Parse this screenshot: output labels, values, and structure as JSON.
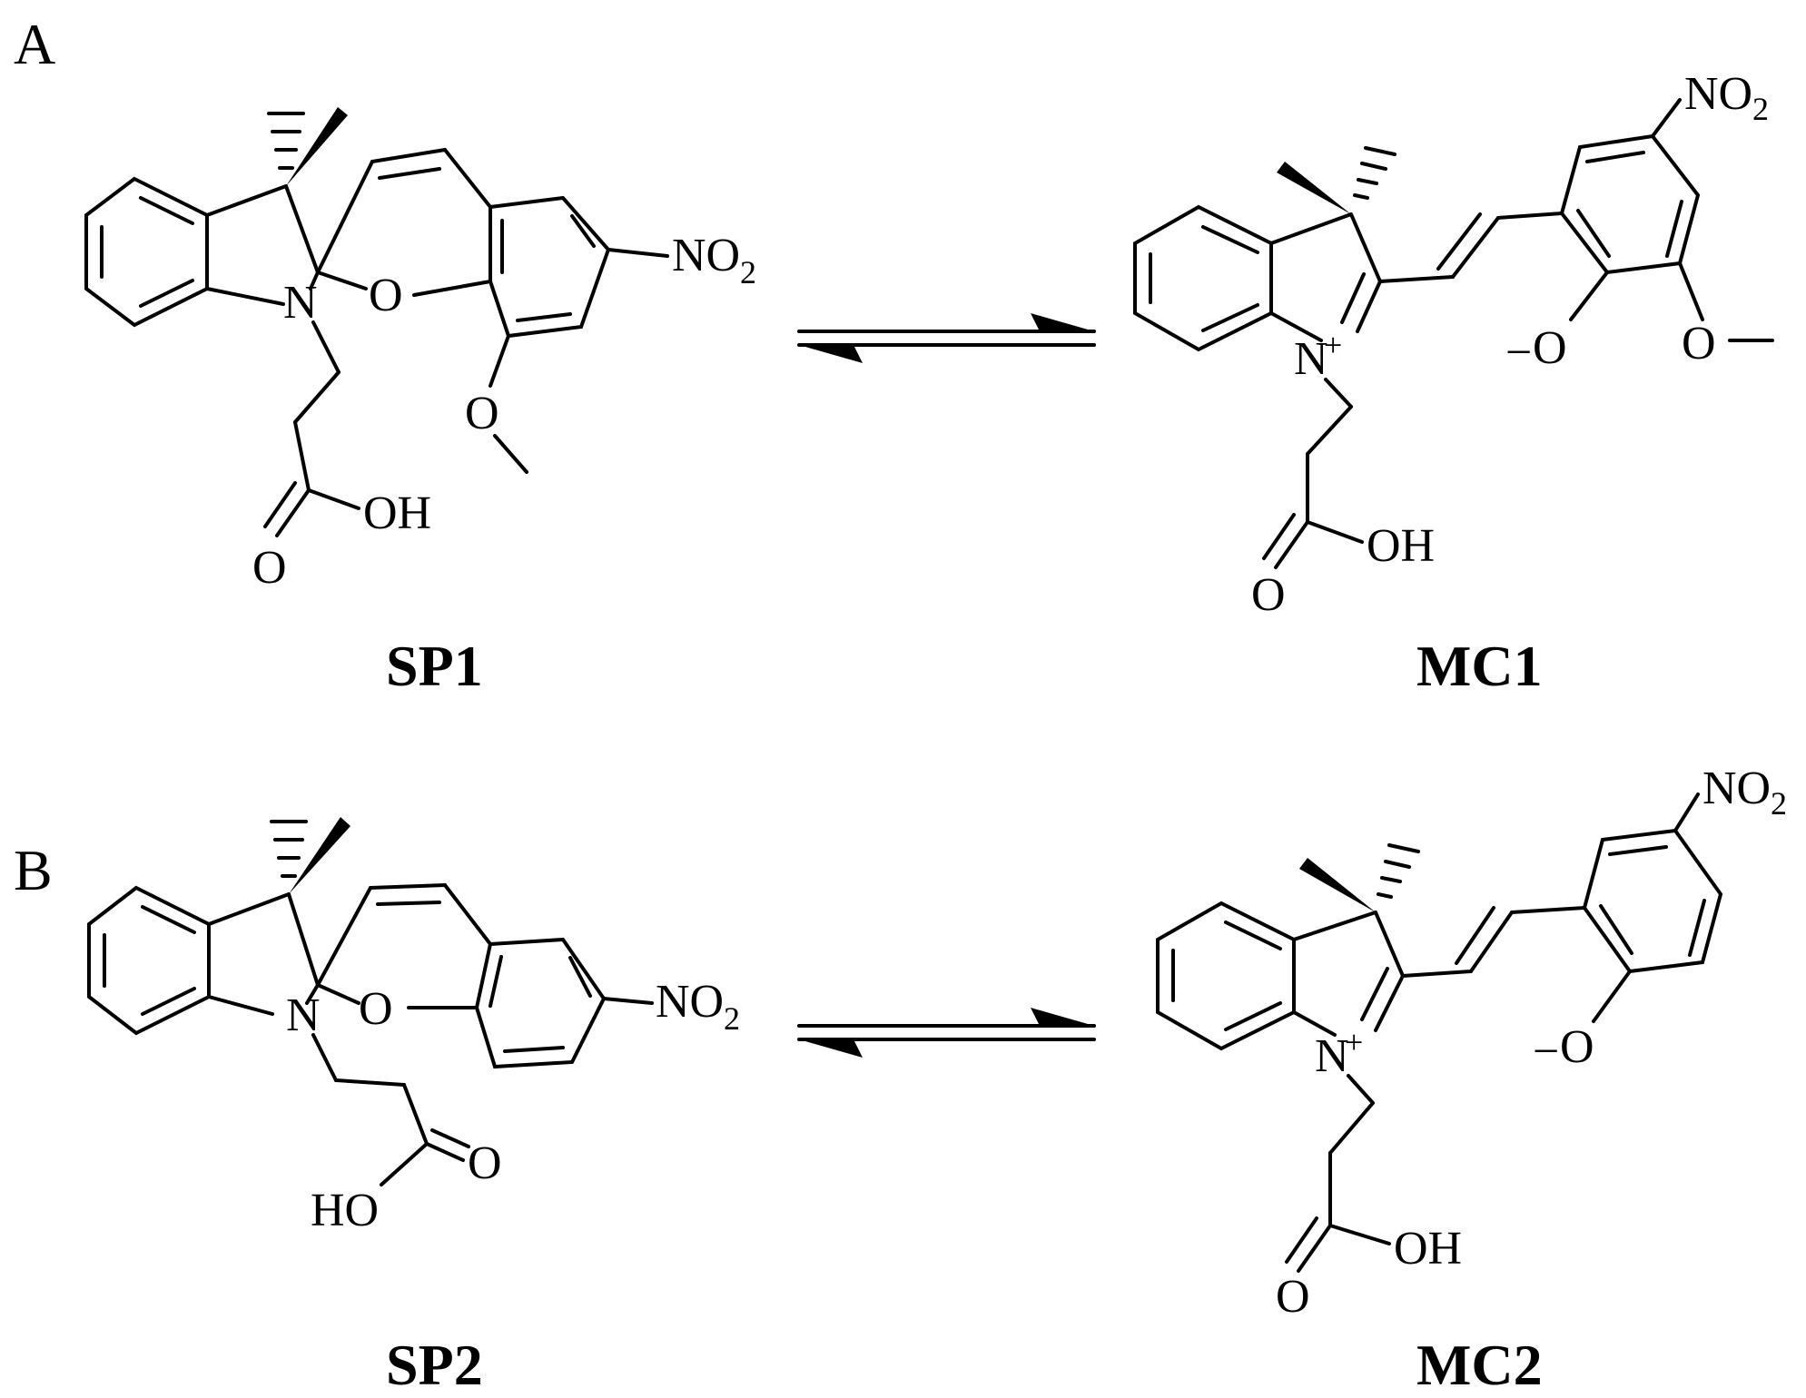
{
  "panels": [
    {
      "letter": "A",
      "left": {
        "label": "SP1",
        "atoms": {
          "n": "N",
          "o_ring": "O",
          "nitro": "NO",
          "nitro_sub": "2",
          "o_methoxy": "O",
          "oh": "OH",
          "o_carbonyl": "O"
        }
      },
      "right": {
        "label": "MC1",
        "atoms": {
          "n_plus": "N",
          "plus": "+",
          "nitro": "NO",
          "nitro_sub": "2",
          "o_minus": "O",
          "minus": "−",
          "o_methoxy": "O",
          "oh": "OH",
          "o_carbonyl": "O"
        }
      }
    },
    {
      "letter": "B",
      "left": {
        "label": "SP2",
        "atoms": {
          "n": "N",
          "o_ring": "O",
          "nitro": "NO",
          "nitro_sub": "2",
          "ho": "HO",
          "o_carbonyl": "O"
        }
      },
      "right": {
        "label": "MC2",
        "atoms": {
          "n_plus": "N",
          "plus": "+",
          "nitro": "NO",
          "nitro_sub": "2",
          "o_minus": "O",
          "minus": "−",
          "oh": "OH",
          "o_carbonyl": "O"
        }
      }
    }
  ],
  "equilibrium": "reversible"
}
